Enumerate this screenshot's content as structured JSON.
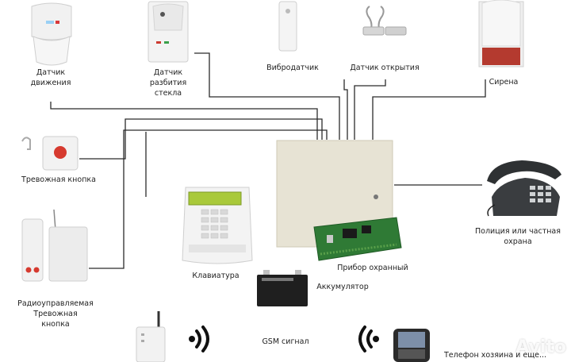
{
  "labels": {
    "motion_sensor": "Датчик\nдвижения",
    "glass_break_sensor": "Датчик\nразбития\nстекла",
    "vibration_sensor": "Вибродатчик",
    "door_sensor": "Датчик открытия",
    "siren": "Сирена",
    "panic_button": "Тревожная кнопка",
    "radio_panic_button": "Радиоуправляемая\nТревожная\nкнопка",
    "keypad": "Клавиатура",
    "control_panel": "Прибор охранный",
    "battery": "Аккумулятор",
    "phone": "Полиция или частная\nохрана",
    "gsm_signal": "GSM сигнал",
    "owner_phone": "Телефон хозяина и еще..."
  },
  "watermark": "Avito",
  "colors": {
    "wire": "#2b2b2b",
    "panel_body": "#e7e3d4",
    "pcb_green": "#2f7a35",
    "siren_red": "#b43a2f",
    "button_red": "#d63a2f",
    "battery_black": "#1f1f1f",
    "phone_dark": "#3a3d40"
  }
}
